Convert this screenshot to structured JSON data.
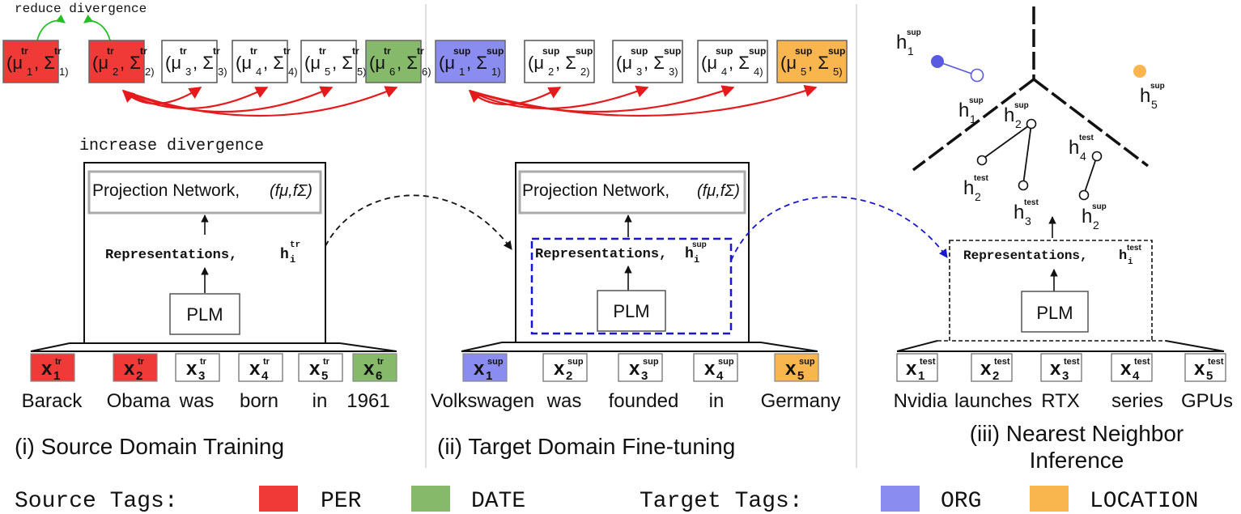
{
  "colors": {
    "per": "#f03a37",
    "date": "#86b96a",
    "org": "#8b8cf0",
    "location": "#f9b54e",
    "source_arrow": "#e41a1c",
    "target_arrow": "#1717d2",
    "reduce_arrow": "#22c022"
  },
  "panel1": {
    "reduce_label": "reduce divergence",
    "increase_label": "increase divergence",
    "projection_label": "Projection Network,",
    "projection_math": "(fμ,fΣ)",
    "representation_label": "Representations,",
    "representation_var": "h",
    "representation_sub": "i",
    "representation_sup": "tr",
    "plm_label": "PLM",
    "gaussians": [
      {
        "mu": "(μ",
        "idx": "1",
        "sigma": ", Σ",
        "sup": "tr",
        "tag": "PER"
      },
      {
        "mu": "(μ",
        "idx": "2",
        "sigma": ", Σ",
        "sup": "tr",
        "tag": "PER"
      },
      {
        "mu": "(μ",
        "idx": "3",
        "sigma": ", Σ",
        "sup": "tr",
        "tag": "O"
      },
      {
        "mu": "(μ",
        "idx": "4",
        "sigma": ", Σ",
        "sup": "tr",
        "tag": "O"
      },
      {
        "mu": "(μ",
        "idx": "5",
        "sigma": ", Σ",
        "sup": "tr",
        "tag": "O"
      },
      {
        "mu": "(μ",
        "idx": "6",
        "sigma": ", Σ",
        "sup": "tr",
        "tag": "DATE"
      }
    ],
    "tokens": [
      {
        "var": "x",
        "idx": "1",
        "sup": "tr",
        "tag": "PER"
      },
      {
        "var": "x",
        "idx": "2",
        "sup": "tr",
        "tag": "PER"
      },
      {
        "var": "x",
        "idx": "3",
        "sup": "tr",
        "tag": "O"
      },
      {
        "var": "x",
        "idx": "4",
        "sup": "tr",
        "tag": "O"
      },
      {
        "var": "x",
        "idx": "5",
        "sup": "tr",
        "tag": "O"
      },
      {
        "var": "x",
        "idx": "6",
        "sup": "tr",
        "tag": "DATE"
      }
    ],
    "words": [
      "Barack",
      "Obama",
      "was",
      "born",
      "in",
      "1961"
    ],
    "caption": "(i) Source Domain Training"
  },
  "panel2": {
    "projection_label": "Projection Network,",
    "projection_math": "(fμ,fΣ)",
    "representation_label": "Representations,",
    "representation_var": "h",
    "representation_sub": "i",
    "representation_sup": "sup",
    "plm_label": "PLM",
    "gaussians": [
      {
        "mu": "(μ",
        "idx": "1",
        "sigma": ", Σ",
        "sup": "sup",
        "tag": "ORG"
      },
      {
        "mu": "(μ",
        "idx": "2",
        "sigma": ", Σ",
        "sup": "sup",
        "tag": "O"
      },
      {
        "mu": "(μ",
        "idx": "3",
        "sigma": ", Σ",
        "sup": "sup",
        "tag": "O"
      },
      {
        "mu": "(μ",
        "idx": "4",
        "sigma": ", Σ",
        "sup": "sup",
        "tag": "O"
      },
      {
        "mu": "(μ",
        "idx": "5",
        "sigma": ", Σ",
        "sup": "sup",
        "tag": "LOCATION"
      }
    ],
    "tokens": [
      {
        "var": "x",
        "idx": "1",
        "sup": "sup",
        "tag": "ORG"
      },
      {
        "var": "x",
        "idx": "2",
        "sup": "sup",
        "tag": "O"
      },
      {
        "var": "x",
        "idx": "3",
        "sup": "sup",
        "tag": "O"
      },
      {
        "var": "x",
        "idx": "4",
        "sup": "sup",
        "tag": "O"
      },
      {
        "var": "x",
        "idx": "5",
        "sup": "sup",
        "tag": "LOCATION"
      }
    ],
    "words": [
      "Volkswagen",
      "was",
      "founded",
      "in",
      "Germany"
    ],
    "caption": "(ii) Target Domain Fine-tuning"
  },
  "panel3": {
    "representation_label": "Representations,",
    "representation_var": "h",
    "representation_sub": "i",
    "representation_sup": "test",
    "plm_label": "PLM",
    "points": [
      {
        "var": "h",
        "idx": "1",
        "sup": "sup"
      },
      {
        "var": "h",
        "idx": "1",
        "sup": "sup"
      },
      {
        "var": "h",
        "idx": "5",
        "sup": "sup"
      },
      {
        "var": "h",
        "idx": "2",
        "sup": "sup"
      },
      {
        "var": "h",
        "idx": "2",
        "sup": "test"
      },
      {
        "var": "h",
        "idx": "3",
        "sup": "test"
      },
      {
        "var": "h",
        "idx": "4",
        "sup": "test"
      },
      {
        "var": "h",
        "idx": "2",
        "sup": "sup"
      }
    ],
    "tokens": [
      {
        "var": "x",
        "idx": "1",
        "sup": "test",
        "tag": "O"
      },
      {
        "var": "x",
        "idx": "2",
        "sup": "test",
        "tag": "O"
      },
      {
        "var": "x",
        "idx": "3",
        "sup": "test",
        "tag": "O"
      },
      {
        "var": "x",
        "idx": "4",
        "sup": "test",
        "tag": "O"
      },
      {
        "var": "x",
        "idx": "5",
        "sup": "test",
        "tag": "O"
      }
    ],
    "words": [
      "Nvidia",
      "launches",
      "RTX",
      "series",
      "GPUs"
    ],
    "caption_line1": "(iii) Nearest Neighbor",
    "caption_line2": "Inference"
  },
  "legend": {
    "source_label": "Source Tags:",
    "target_label": "Target Tags:",
    "items": [
      {
        "label": "PER",
        "color": "#f03a37"
      },
      {
        "label": "DATE",
        "color": "#86b96a"
      },
      {
        "label": "ORG",
        "color": "#8b8cf0"
      },
      {
        "label": "LOCATION",
        "color": "#f9b54e"
      }
    ]
  }
}
